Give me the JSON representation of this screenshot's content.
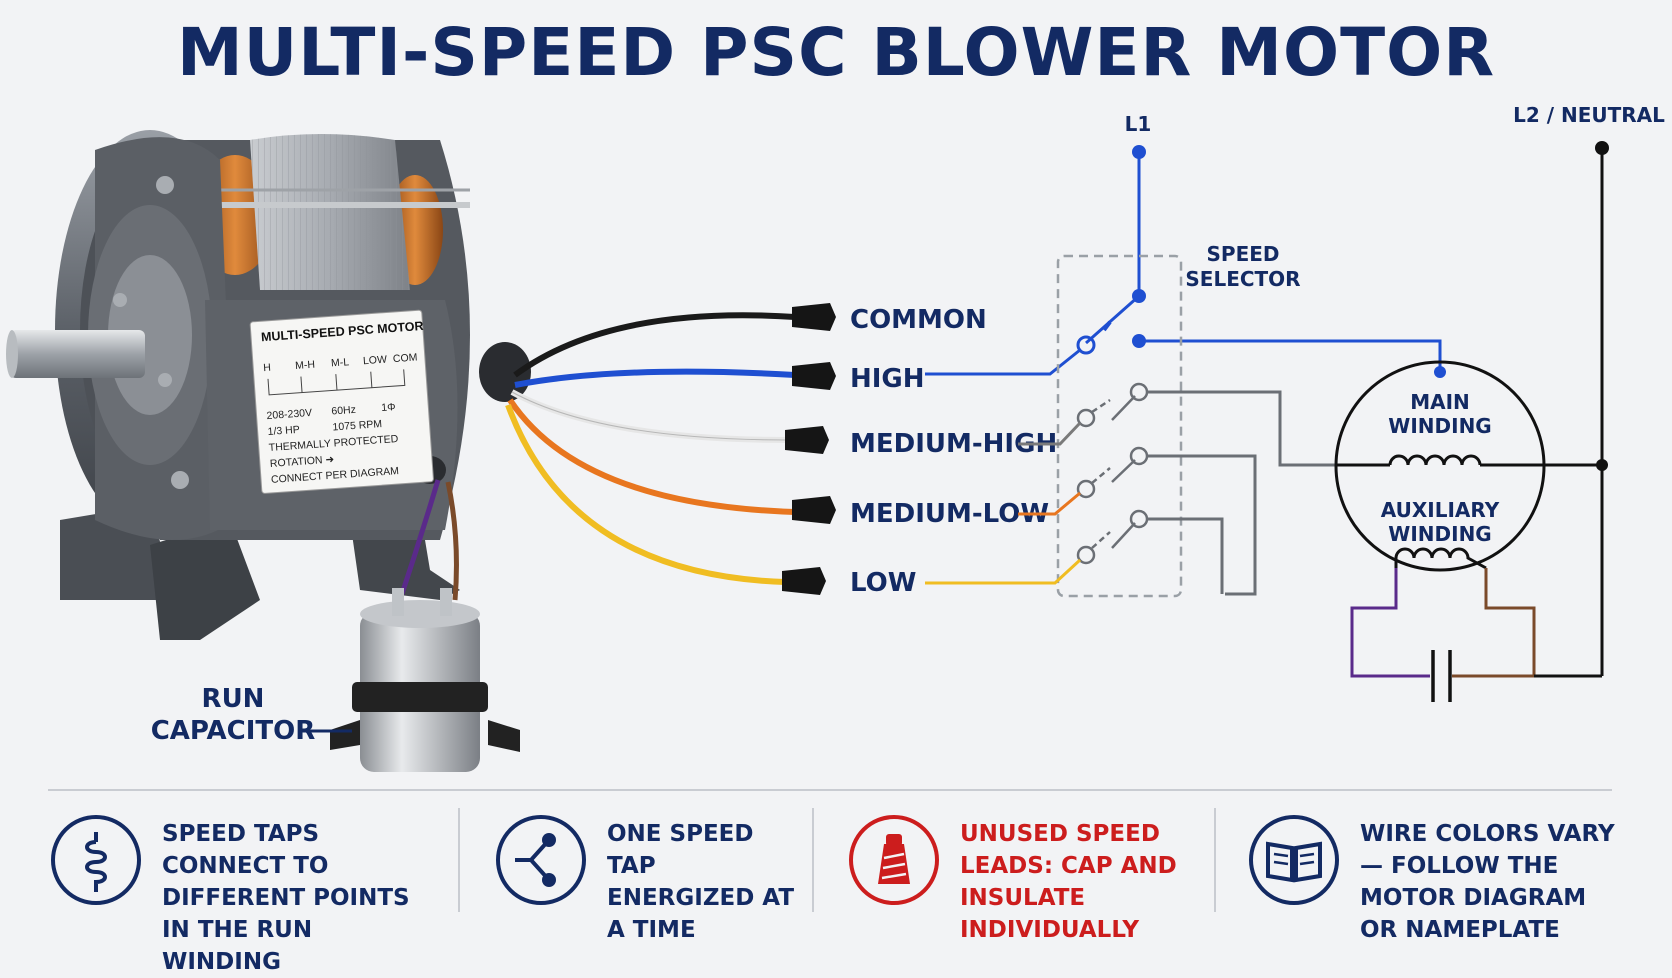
{
  "title": "MULTI-SPEED PSC BLOWER MOTOR",
  "leads": [
    {
      "label": "COMMON",
      "color": "#1a1a1a"
    },
    {
      "label": "HIGH",
      "color": "#1f4fd1"
    },
    {
      "label": "MEDIUM-HIGH",
      "color": "#e6e6e6"
    },
    {
      "label": "MEDIUM-LOW",
      "color": "#e8761f"
    },
    {
      "label": "LOW",
      "color": "#f0bd22"
    }
  ],
  "supply": {
    "l1": "L1",
    "l2": "L2 / NEUTRAL"
  },
  "selector": {
    "line1": "SPEED",
    "line2": "SELECTOR"
  },
  "windings": {
    "main": [
      "MAIN",
      "WINDING"
    ],
    "aux": [
      "AUXILIARY",
      "WINDING"
    ]
  },
  "capacitor": {
    "line1": "RUN",
    "line2": "CAPACITOR"
  },
  "nameplate": {
    "title": "MULTI-SPEED PSC MOTOR",
    "taps": [
      "H",
      "M-H",
      "M-L",
      "LOW",
      "COM"
    ],
    "row1": [
      "208-230V",
      "60Hz",
      "1Φ"
    ],
    "row2": [
      "1/3 HP",
      "1075 RPM"
    ],
    "line3": "THERMALLY PROTECTED",
    "line4": "ROTATION ➜",
    "line5": "CONNECT PER DIAGRAM"
  },
  "footer": [
    {
      "icon": "coil-icon",
      "text": "SPEED TAPS CONNECT TO DIFFERENT POINTS IN THE RUN WINDING",
      "color": "#132a63"
    },
    {
      "icon": "switch-icon",
      "text": "ONE SPEED TAP ENERGIZED AT A TIME",
      "color": "#132a63"
    },
    {
      "icon": "wire-nut-icon",
      "text": "UNUSED SPEED LEADS: CAP AND INSULATE INDIVIDUALLY",
      "color": "#cc1d1d"
    },
    {
      "icon": "book-icon",
      "text": "WIRE COLORS VARY — FOLLOW THE MOTOR DIAGRAM OR NAMEPLATE",
      "color": "#132a63"
    }
  ],
  "colors": {
    "navy": "#132a63",
    "blue": "#1f4fd1",
    "red": "#cc1d1d",
    "purple": "#5a2a8a",
    "brown": "#7a4a2a"
  }
}
